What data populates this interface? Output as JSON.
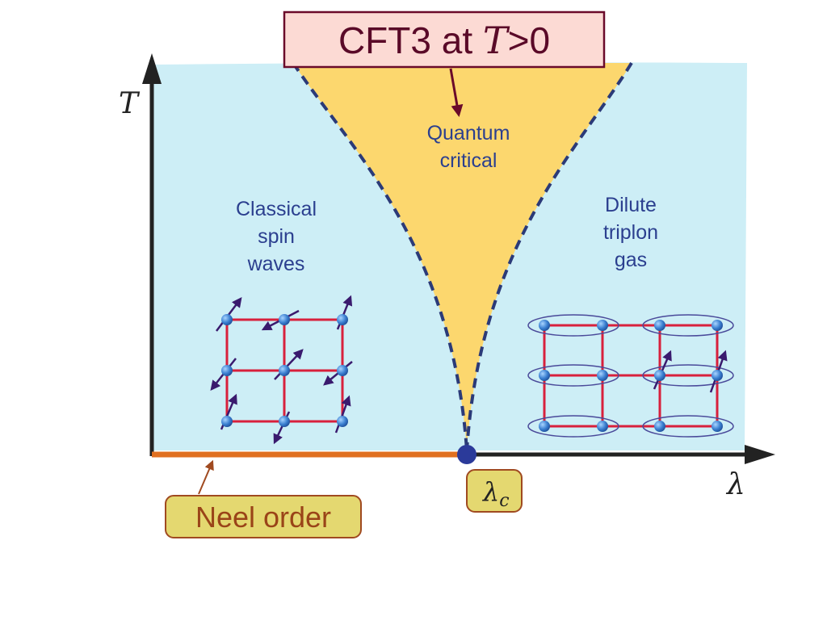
{
  "axes": {
    "y_label": "T",
    "x_label": "λ",
    "critical_point_label": "λ",
    "critical_point_subscript": "c"
  },
  "regions": {
    "quantum_critical": [
      "Quantum",
      "critical"
    ],
    "classical": [
      "Classical",
      "spin",
      "waves"
    ],
    "dilute": [
      "Dilute",
      "triplon",
      "gas"
    ]
  },
  "callouts": {
    "cft_prefix": "CFT3 at ",
    "cft_var": "T",
    "cft_suffix": ">0",
    "neel": "Neel order"
  },
  "colors": {
    "background_region": "#cdeef6",
    "critical_region": "#fcd76e",
    "boundary_dash": "#2b3a78",
    "axis": "#222222",
    "neel_line": "#e07020",
    "lattice_bond": "#d8203c",
    "spin_site": "#3a7fd0",
    "spin_arrow": "#3a1a6e",
    "cft_box_fill": "#fcdad4",
    "cft_box_border": "#6a0a2a",
    "tag_fill": "#e4d870",
    "tag_border": "#a04a20"
  }
}
